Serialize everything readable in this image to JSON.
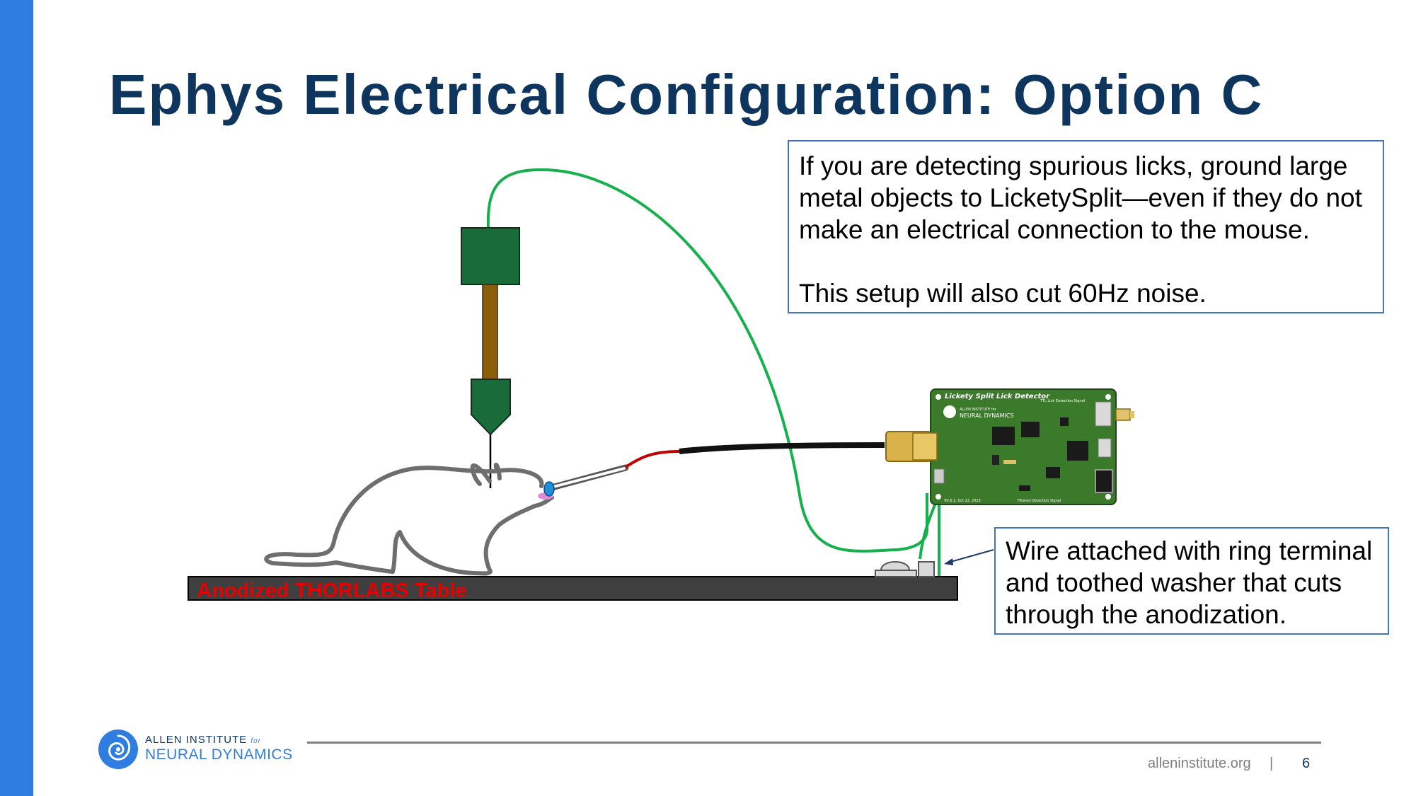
{
  "slide": {
    "title": "Ephys Electrical Configuration: Option C",
    "callout_top": {
      "line1": "If you are detecting spurious licks, ground large metal objects to LicketySplit—even if they do not make an electrical connection to the mouse.",
      "line2": "This setup will also cut 60Hz noise."
    },
    "callout_wire": "Wire attached with ring terminal and  toothed washer that cuts through the anodization.",
    "table_label": "Anodized THORLABS Table",
    "board": {
      "title": "Lickety Split Lick Detector",
      "org_line1": "ALLEN INSTITUTE for",
      "org_line2": "NEURAL DYNAMICS",
      "ttl_label": "TTL Lick Detection Signal",
      "filtered_label": "Filtered Detection Signal",
      "version": "V0.6.1, Oct 22, 2023"
    }
  },
  "footer": {
    "logo_line1": "ALLEN INSTITUTE",
    "logo_for": "for",
    "logo_line2": "NEURAL DYNAMICS",
    "site": "alleninstitute.org",
    "separator": "|",
    "page_number": "6"
  },
  "colors": {
    "accent_bar": "#2f7de1",
    "title": "#0d355d",
    "callout_border": "#4472c4",
    "ground_wire": "#16b04f",
    "pcb": "#3b7a2a",
    "table": "#3f3f3f",
    "table_label": "#e60000"
  }
}
